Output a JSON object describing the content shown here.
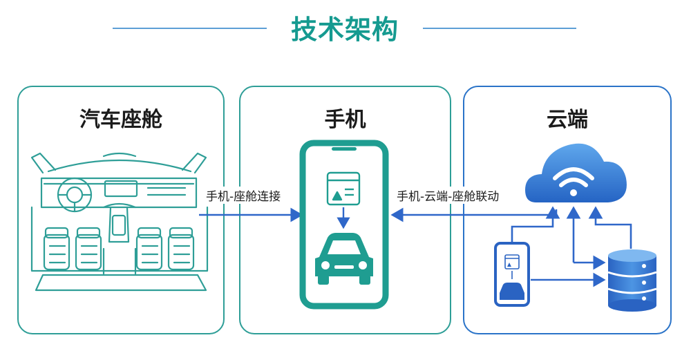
{
  "title": "技术架构",
  "panels": {
    "car": {
      "title": "汽车座舱"
    },
    "phone": {
      "title": "手机"
    },
    "cloud": {
      "title": "云端"
    }
  },
  "connections": {
    "phone_cabin": "手机-座舱连接",
    "phone_cloud_cabin": "手机-云端-座舱联动"
  },
  "colors": {
    "teal": "#2e9e97",
    "blue": "#2a73c8",
    "arrow_blue": "#2f67c9"
  },
  "icons": [
    "car-cabin-interior-icon",
    "smartphone-icon",
    "app-card-icon",
    "car-icon",
    "cloud-wifi-icon",
    "database-icon"
  ]
}
